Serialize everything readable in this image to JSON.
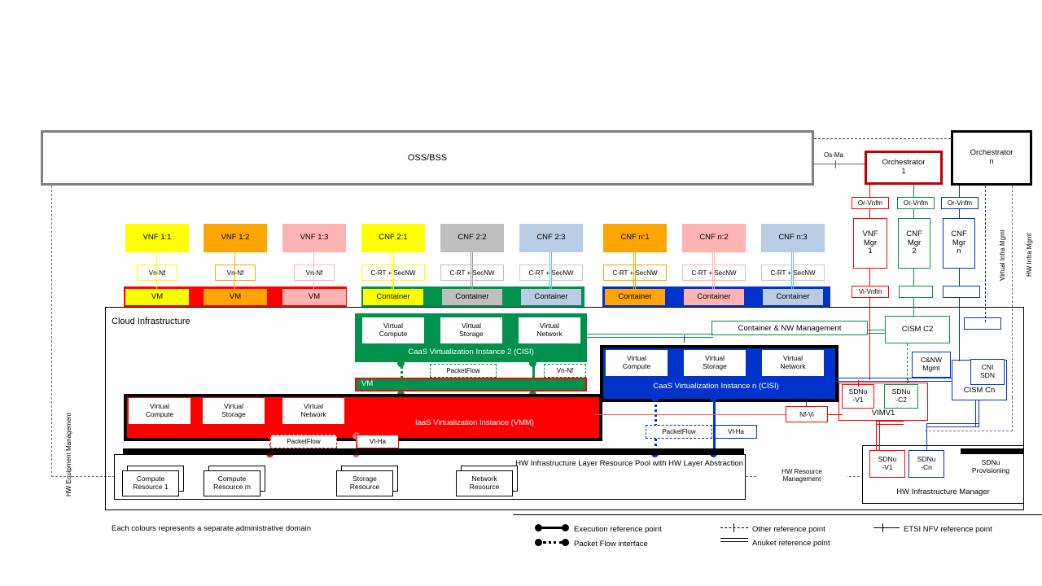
{
  "meta": {
    "footnote": "Each colours represents a separate administrative domain"
  },
  "colors": {
    "yellow": "#FFFF00",
    "orange": "#FFA500",
    "pink": "#FFB3B3",
    "grey": "#BFBFBF",
    "lightblue": "#B8CCE4",
    "green": "#00924C",
    "blue": "#0033CC",
    "red": "#FF0000",
    "darkred": "#C00000",
    "black": "#000000",
    "purple": "#8064A2",
    "ossborder": "#808080"
  },
  "oss": {
    "label": "OSS/BSS"
  },
  "orchestrators": [
    {
      "id": "orch1",
      "label_line1": "Orchestrator",
      "label_line2": "1",
      "color": "#C00000"
    },
    {
      "id": "orchn",
      "label_line1": "Orchestrator",
      "label_line2": "n",
      "color": "#000000"
    }
  ],
  "reference_points": {
    "os_ma": "Os-Ma",
    "or_vnfm": "Or-Vnfm",
    "vi_vnfm": "Vi-Vnfm",
    "vn_nf": "Vn-Nf",
    "c_rt_secnw": "C-RT + SecNW",
    "nf_vi": "Nf-Vi",
    "vi_ha": "Vl-Ha",
    "packetflow": "PacketFlow"
  },
  "managers": [
    {
      "id": "vnfmgr1",
      "lines": [
        "VNF",
        "Mgr",
        "1"
      ],
      "color": "#FF0000"
    },
    {
      "id": "cnfmgr2",
      "lines": [
        "CNF",
        "Mgr",
        "2"
      ],
      "color": "#00924C"
    },
    {
      "id": "cnfmgrn",
      "lines": [
        "CNF",
        "Mgr",
        "n"
      ],
      "color": "#0033CC"
    }
  ],
  "vertical_lanes": [
    {
      "id": "hw-equipment-management",
      "label": "HW Equipment Management",
      "color": "#8064A2"
    },
    {
      "id": "virtual-infra-mgmt",
      "label": "Virtual Infra Mgmt",
      "color": "#0033CC"
    },
    {
      "id": "hw-infra-mgmt",
      "label": "HW Infra Mgmt",
      "color": "#8064A2"
    },
    {
      "id": "hw-resource-management",
      "label_line1": "HW Resource",
      "label_line2": "Management",
      "color": "#8064A2"
    }
  ],
  "functions": [
    {
      "id": "vnf-1-1",
      "label": "VNF 1:1",
      "fill": "#FFFF00",
      "link": "Vn-Nf",
      "runtime": "VM",
      "runtime_fill": "#FFFF00",
      "base": "#FF0000"
    },
    {
      "id": "vnf-1-2",
      "label": "VNF 1:2",
      "fill": "#FFA500",
      "link": "Vn-Nf",
      "runtime": "VM",
      "runtime_fill": "#FFA500",
      "base": "#FF0000"
    },
    {
      "id": "vnf-1-3",
      "label": "VNF 1:3",
      "fill": "#FFB3B3",
      "link": "Vn-Nf",
      "runtime": "VM",
      "runtime_fill": "#FFB3B3",
      "base": "#FF0000"
    },
    {
      "id": "cnf-2-1",
      "label": "CNF 2:1",
      "fill": "#FFFF00",
      "link": "C-RT + SecNW",
      "runtime": "Container",
      "runtime_fill": "#FFFF00",
      "base": "#00924C"
    },
    {
      "id": "cnf-2-2",
      "label": "CNF 2:2",
      "fill": "#BFBFBF",
      "link": "C-RT + SecNW",
      "runtime": "Container",
      "runtime_fill": "#BFBFBF",
      "base": "#00924C"
    },
    {
      "id": "cnf-2-3",
      "label": "CNF 2:3",
      "fill": "#B8CCE4",
      "link": "C-RT + SecNW",
      "runtime": "Container",
      "runtime_fill": "#B8CCE4",
      "base": "#00924C"
    },
    {
      "id": "cnf-n-1",
      "label": "CNF n:1",
      "fill": "#FFA500",
      "link": "C-RT + SecNW",
      "runtime": "Container",
      "runtime_fill": "#FFA500",
      "base": "#0033CC"
    },
    {
      "id": "cnf-n-2",
      "label": "CNF n:2",
      "fill": "#FFB3B3",
      "link": "C-RT + SecNW",
      "runtime": "Container",
      "runtime_fill": "#FFB3B3",
      "base": "#0033CC"
    },
    {
      "id": "cnf-n-3",
      "label": "CNF n:3",
      "fill": "#B8CCE4",
      "link": "C-RT + SecNW",
      "runtime": "Container",
      "runtime_fill": "#B8CCE4",
      "base": "#0033CC"
    }
  ],
  "cloud_infrastructure": {
    "label": "Cloud Infrastructure"
  },
  "virt_resources": {
    "compute_l1": "Virtual",
    "compute_l2": "Compute",
    "storage_l1": "Virtual",
    "storage_l2": "Storage",
    "network_l1": "Virtual",
    "network_l2": "Network"
  },
  "instances": [
    {
      "id": "cisi2",
      "label": "CaaS Virtualization Instance 2 (CISI)",
      "color": "#00924C"
    },
    {
      "id": "cisin",
      "label": "CaaS Virtualization Instance n (CISI)",
      "color": "#0033CC"
    },
    {
      "id": "vmm",
      "label": "IaaS Virtualization Instance (VMM)",
      "color": "#FF0000"
    }
  ],
  "vm_bar": {
    "label": "VM"
  },
  "hw_pool": {
    "label": "HW Infrastructure Layer Resource Pool with HW Layer Abstraction",
    "resources": [
      {
        "id": "compute-resource-1",
        "l1": "Compute",
        "l2": "Resource 1"
      },
      {
        "id": "compute-resource-m",
        "l1": "Compute",
        "l2": "Resource m"
      },
      {
        "id": "storage-resource",
        "l1": "Storage",
        "l2": "Resource"
      },
      {
        "id": "network-resource",
        "l1": "Network",
        "l2": "Resource"
      }
    ]
  },
  "management": {
    "container_nw_management": "Container & NW Management",
    "cism_c2": "CISM C2",
    "cism_cn": "CISM Cn",
    "cni_sdn_l1": "CNI",
    "cni_sdn_l2": "SDN",
    "cnw_mgmt_l1": "C&NW",
    "cnw_mgmt_l2": "Mgmt",
    "vim_v1": "VIMV1",
    "sdno_v1_l1": "SDNo",
    "sdno_v1_l2": "-V1",
    "sdnu_c2_l1": "SDNu",
    "sdnu_c2_l2": "-C2",
    "sdnu_v1_l1": "SDNu",
    "sdnu_v1_l2": "-V1",
    "sdnu_cn_l1": "SDNu",
    "sdnu_cn_l2": "-Cn",
    "sdnu_prov_l1": "SDNu",
    "sdnu_prov_l2": "Provisioning",
    "hw_infrastructure_manager": "HW Infrastructure Manager"
  },
  "legend": [
    {
      "id": "execution-reference-point",
      "label": "Execution reference point",
      "style": "dot-line-dot"
    },
    {
      "id": "packet-flow-interface",
      "label": "Packet Flow interface",
      "style": "dot-dotted-dot"
    },
    {
      "id": "other-reference-point",
      "label": "Other reference point",
      "style": "dashed-tick"
    },
    {
      "id": "anuket-reference-point",
      "label": "Anuket  reference point",
      "style": "double-line"
    },
    {
      "id": "etsi-nfv-reference-point",
      "label": "ETSI NFV reference point",
      "style": "line-tick"
    }
  ]
}
